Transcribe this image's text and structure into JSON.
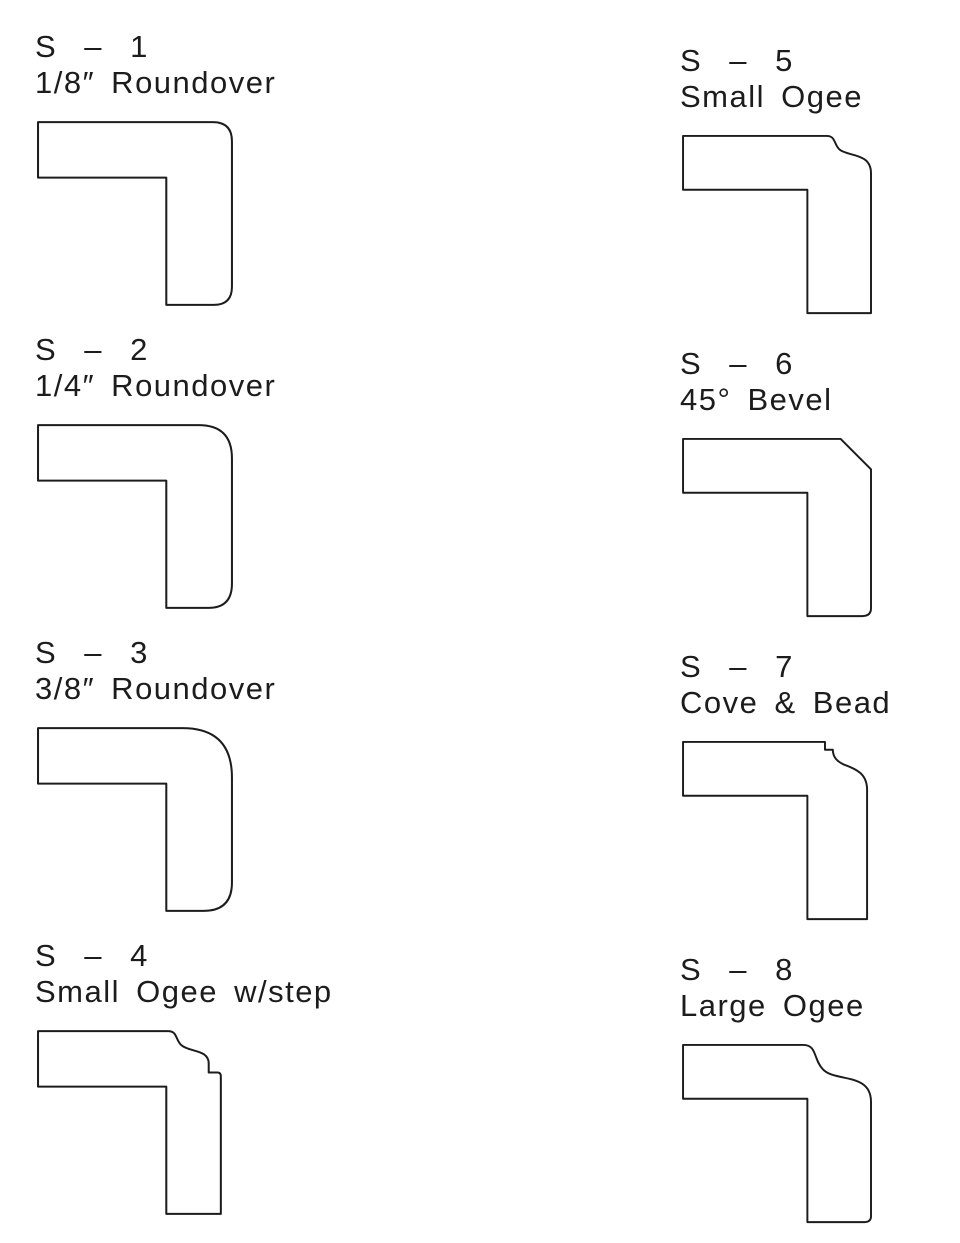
{
  "page": {
    "background_color": "#ffffff",
    "line_color": "#1c1c1c",
    "description": "Edge profile reference sheet showing eight countertop edge cross-sections"
  },
  "profiles": [
    {
      "id": "S – 1",
      "name": "1/8″ Roundover",
      "profile_type": "roundover-small"
    },
    {
      "id": "S – 2",
      "name": "1/4″ Roundover",
      "profile_type": "roundover-medium"
    },
    {
      "id": "S – 3",
      "name": "3/8″ Roundover",
      "profile_type": "roundover-large"
    },
    {
      "id": "S – 4",
      "name": "Small Ogee w/step",
      "profile_type": "small-ogee-step"
    },
    {
      "id": "S – 5",
      "name": "Small Ogee",
      "profile_type": "small-ogee"
    },
    {
      "id": "S – 6",
      "name": "45° Bevel",
      "profile_type": "bevel-45"
    },
    {
      "id": "S – 7",
      "name": "Cove & Bead",
      "profile_type": "cove-bead"
    },
    {
      "id": "S – 8",
      "name": "Large Ogee",
      "profile_type": "large-ogee"
    }
  ]
}
